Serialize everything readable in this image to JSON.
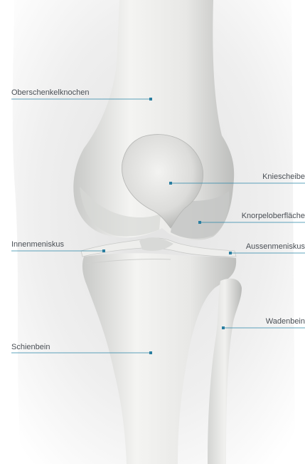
{
  "labels": {
    "oberschenkelknochen": "Oberschenkelknochen",
    "kniescheibe": "Kniescheibe",
    "knorpeloberflaeche": "Knorpeloberfläche",
    "innenmeniskus": "Innenmeniskus",
    "aussenmeniskus": "Aussenmeniskus",
    "schienbein": "Schienbein",
    "wadenbein": "Wadenbein"
  },
  "colors": {
    "leader_line": "#2a86a8",
    "marker": "#2a7ea0",
    "label_text": "#4a4f55",
    "bone_light": "#f2f2f0",
    "bone_shadow": "#c9cac8",
    "background_soft": "#ececec"
  }
}
